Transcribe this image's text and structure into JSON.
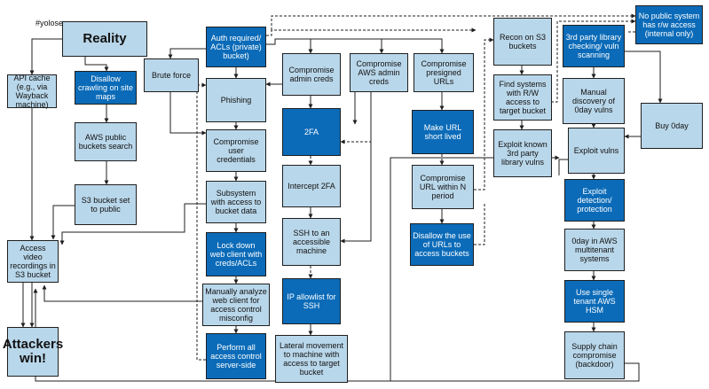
{
  "tag": "#yolosec",
  "colors": {
    "light": "#b9d7ea",
    "dark": "#0b6bb8",
    "line": "#1f1f1f"
  },
  "nodes": {
    "reality": "Reality",
    "api_cache": "API cache (e.g., via Wayback machine)",
    "access_video": "Access video recordings in S3 bucket",
    "attackers_win": "Attackers win!",
    "disallow_crawling": "Disallow crawling on site maps",
    "aws_public_search": "AWS public buckets search",
    "s3_public": "S3 bucket set to public",
    "brute_force": "Brute force",
    "auth_required": "Auth required/ ACLs (private) bucket)",
    "phishing": "Phishing",
    "compromise_user": "Compromise user credentials",
    "subsystem": "Subsystem with access to bucket data",
    "lock_down": "Lock down web client with creds/ACLs",
    "manual_analyze": "Manually analyze web client for access control misconfig",
    "perform_all": "Perform all access control server-side",
    "admin_creds": "Compromise admin creds",
    "twofa": "2FA",
    "intercept_2fa": "Intercept 2FA",
    "ssh_machine": "SSH to an accessible machine",
    "ip_allowlist": "IP allowlist for SSH",
    "lateral": "Lateral movement to machine with access to target bucket",
    "aws_admin": "Compromise AWS admin creds",
    "presigned": "Compromise presigned URLs",
    "short_lived": "Make URL short lived",
    "compromise_url": "Compromise URL within N period",
    "disallow_urls": "Disallow the use of URLs to access buckets",
    "recon_s3": "Recon on S3 buckets",
    "find_systems": "Find systems with R/W access to target bucket",
    "exploit_3rd": "Exploit known 3rd party library vulns",
    "no_public": "No public system has r/w access (internal only)",
    "library_scanning": "3rd party library checking/ vuln scanning",
    "manual_discovery": "Manual discovery of 0day vulns",
    "buy_0day": "Buy 0day",
    "exploit_vulns": "Exploit vulns",
    "exploit_detection": "Exploit detection/ protection",
    "oday_aws": "0day in AWS multitenant systems",
    "single_tenant": "Use single tenant AWS HSM",
    "supply_chain": "Supply chain compromise (backdoor)"
  }
}
